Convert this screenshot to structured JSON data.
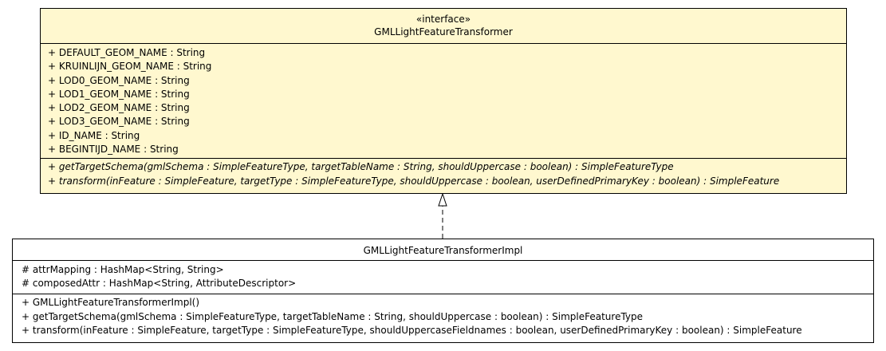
{
  "interface": {
    "stereotype": "«interface»",
    "name": "GMLLightFeatureTransformer",
    "attributes": [
      "+ DEFAULT_GEOM_NAME : String",
      "+ KRUINLIJN_GEOM_NAME : String",
      "+ LOD0_GEOM_NAME : String",
      "+ LOD1_GEOM_NAME : String",
      "+ LOD2_GEOM_NAME : String",
      "+ LOD3_GEOM_NAME : String",
      "+ ID_NAME : String",
      "+ BEGINTIJD_NAME : String"
    ],
    "operations": [
      "+ getTargetSchema(gmlSchema : SimpleFeatureType, targetTableName : String, shouldUppercase : boolean) : SimpleFeatureType",
      "+ transform(inFeature : SimpleFeature, targetType : SimpleFeatureType, shouldUppercase : boolean, userDefinedPrimaryKey : boolean) : SimpleFeature"
    ],
    "fill_color": "#fff8cf"
  },
  "implementation": {
    "name": "GMLLightFeatureTransformerImpl",
    "attributes": [
      "# attrMapping : HashMap<String, String>",
      "# composedAttr : HashMap<String, AttributeDescriptor>"
    ],
    "operations": [
      "+ GMLLightFeatureTransformerImpl()",
      "+ getTargetSchema(gmlSchema : SimpleFeatureType, targetTableName : String, shouldUppercase : boolean) : SimpleFeatureType",
      "+ transform(inFeature : SimpleFeature, targetType : SimpleFeatureType, shouldUppercaseFieldnames : boolean, userDefinedPrimaryKey : boolean) : SimpleFeature"
    ],
    "fill_color": "#ffffff"
  },
  "relationship": {
    "type": "realization"
  }
}
